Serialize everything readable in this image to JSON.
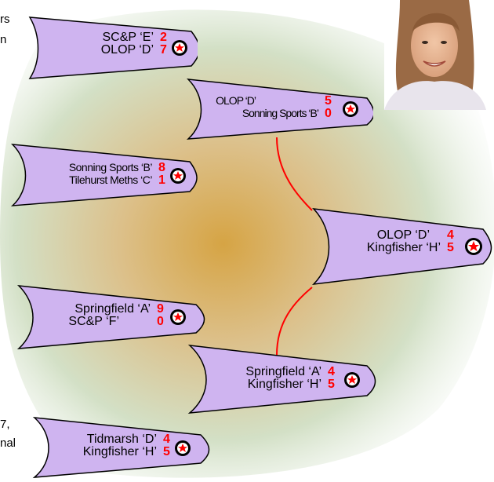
{
  "colors": {
    "arrow_fill": "#cfb4f0",
    "arrow_stroke": "#000000",
    "score": "#ff0000",
    "connector": "#ff0000",
    "center_glow": "#d4a445",
    "outer_glow": "#cfe2cc"
  },
  "edge_fragments": {
    "top_left_1": "rs",
    "top_left_2": "n",
    "bottom_left_1": "7,",
    "bottom_left_2": "nal"
  },
  "matches": [
    {
      "id": "m1",
      "team1": "SC&P ‘E’",
      "score1": "2",
      "team2": "OLOP ‘D’",
      "score2": "7",
      "icon": "star-badge-icon"
    },
    {
      "id": "m2",
      "team1": "Sonning Sports ‘B’",
      "score1": "8",
      "team2": "Tilehurst Meths ‘C’",
      "score2": "1",
      "icon": "star-badge-icon"
    },
    {
      "id": "m3",
      "team1": "Springfield ‘A’",
      "score1": "9",
      "team2": "SC&P ‘F’",
      "score2": "0",
      "icon": "star-badge-icon"
    },
    {
      "id": "m4",
      "team1": "Tidmarsh ‘D’",
      "score1": "4",
      "team2": "Kingfisher ‘H’",
      "score2": "5",
      "icon": "star-badge-icon"
    },
    {
      "id": "m5",
      "team1": "OLOP ‘D’",
      "score1": "5",
      "team2": "Sonning Sports ‘B’",
      "score2": "0",
      "icon": "star-badge-icon"
    },
    {
      "id": "m6",
      "team1": "Springfield ‘A’",
      "score1": "4",
      "team2": "Kingfisher ‘H’",
      "score2": "5",
      "icon": "star-badge-icon"
    },
    {
      "id": "m7",
      "team1": "OLOP ‘D’",
      "score1": "4",
      "team2": "Kingfisher ‘H’",
      "score2": "5",
      "icon": "star-badge-icon"
    }
  ],
  "presenter_photo": {
    "icon": "presenter-portrait-icon"
  }
}
